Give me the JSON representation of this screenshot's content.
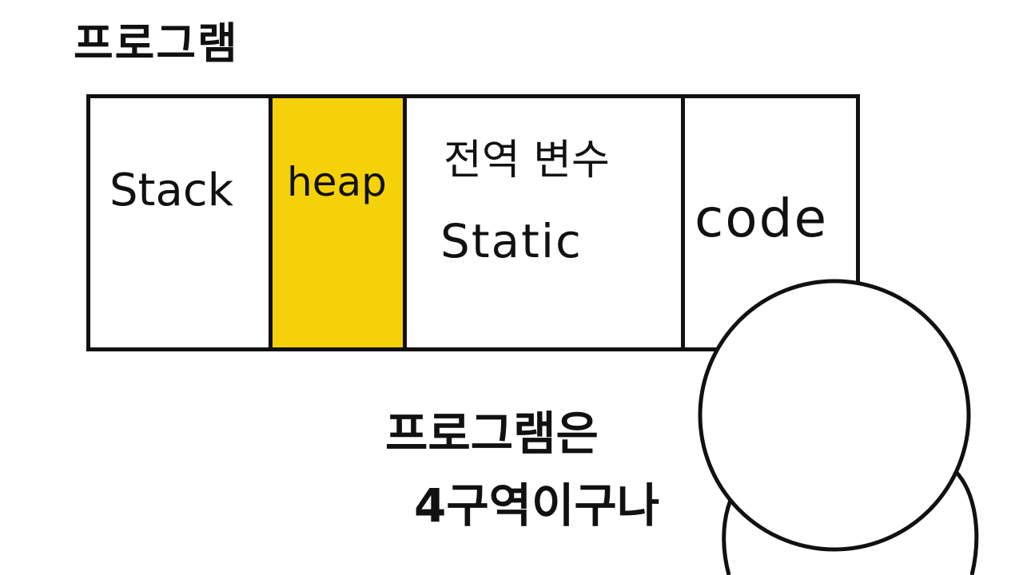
{
  "title": "프로그램",
  "segments": [
    {
      "label": "Stack",
      "color": "#ffffff"
    },
    {
      "label": "heap",
      "color": "#f5d10a"
    },
    {
      "label_line1": "전역 변수",
      "label_line2": "Static",
      "color": "#ffffff"
    },
    {
      "label": "code",
      "color": "#ffffff"
    }
  ],
  "caption": {
    "line1": "프로그램은",
    "line2": "4구역이구나"
  },
  "colors": {
    "outline": "#111111",
    "highlight": "#f5d10a",
    "background": "#ffffff"
  }
}
